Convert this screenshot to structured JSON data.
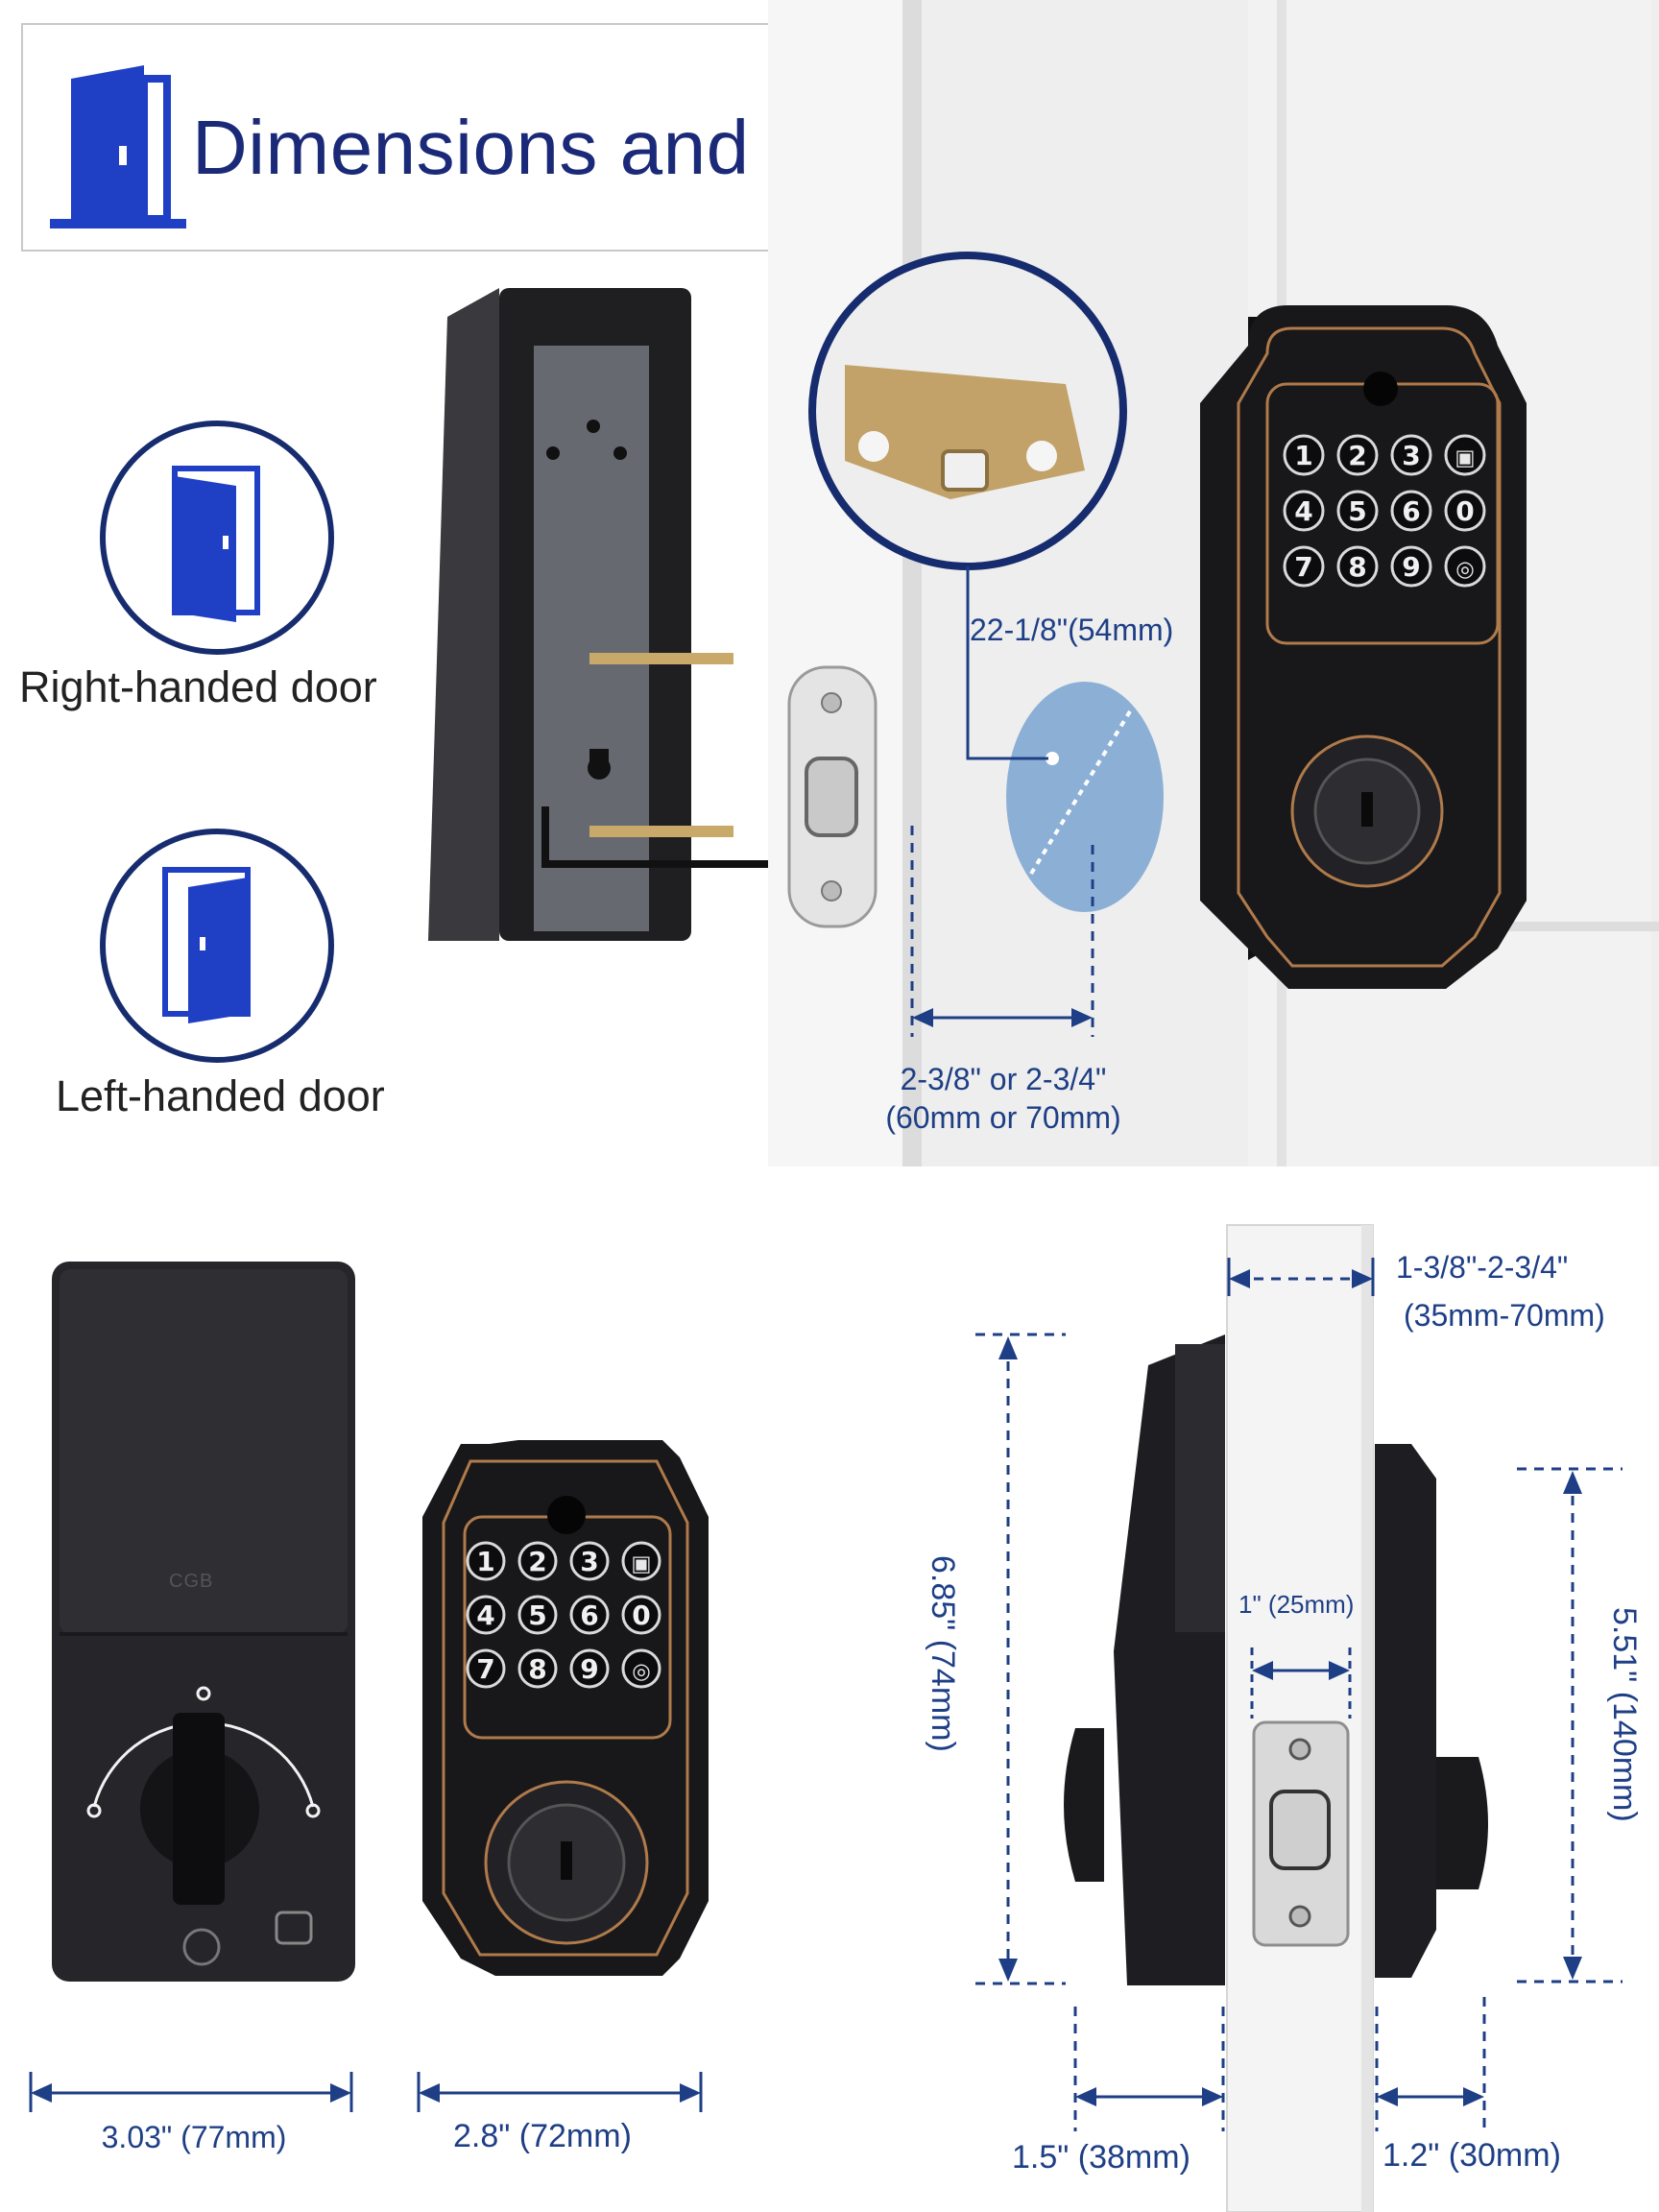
{
  "header": {
    "title": "Dimensions and Specifications",
    "icon": "door-icon"
  },
  "handedness": [
    {
      "label": "Right-handed door",
      "icon": "right-hand-door-icon"
    },
    {
      "label": "Left-handed door",
      "icon": "left-hand-door-icon"
    }
  ],
  "latch": {
    "bore_diameter": "22-1/8\"(54mm)",
    "backset_line1": "2-3/8\" or 2-3/4\"",
    "backset_line2": "(60mm or 70mm)"
  },
  "interior": {
    "brand": "CGB",
    "width": "3.03\"  (77mm)"
  },
  "exterior": {
    "keypad_keys": [
      "1",
      "2",
      "3",
      "lock",
      "4",
      "5",
      "6",
      "0",
      "7",
      "8",
      "9",
      "fingerprint"
    ],
    "width": "2.8\"  (72mm)"
  },
  "side": {
    "door_thickness_line1": "1-3/8\"-2-3/4\"",
    "door_thickness_line2": "(35mm-70mm)",
    "interior_height": "6.85\"  (74mm)",
    "exterior_height": "5.51\"  (140mm)",
    "latch_face": "1\"  (25mm)",
    "interior_depth": "1.5\"  (38mm)",
    "exterior_depth": "1.2\"  (30mm)"
  },
  "colors": {
    "navy": "#1b2a78",
    "blue_icon": "#1f3fc4",
    "dimension_blue": "#1e3f86",
    "lock_body": "#1f1f22",
    "bronze_trim": "#b07a4a"
  }
}
